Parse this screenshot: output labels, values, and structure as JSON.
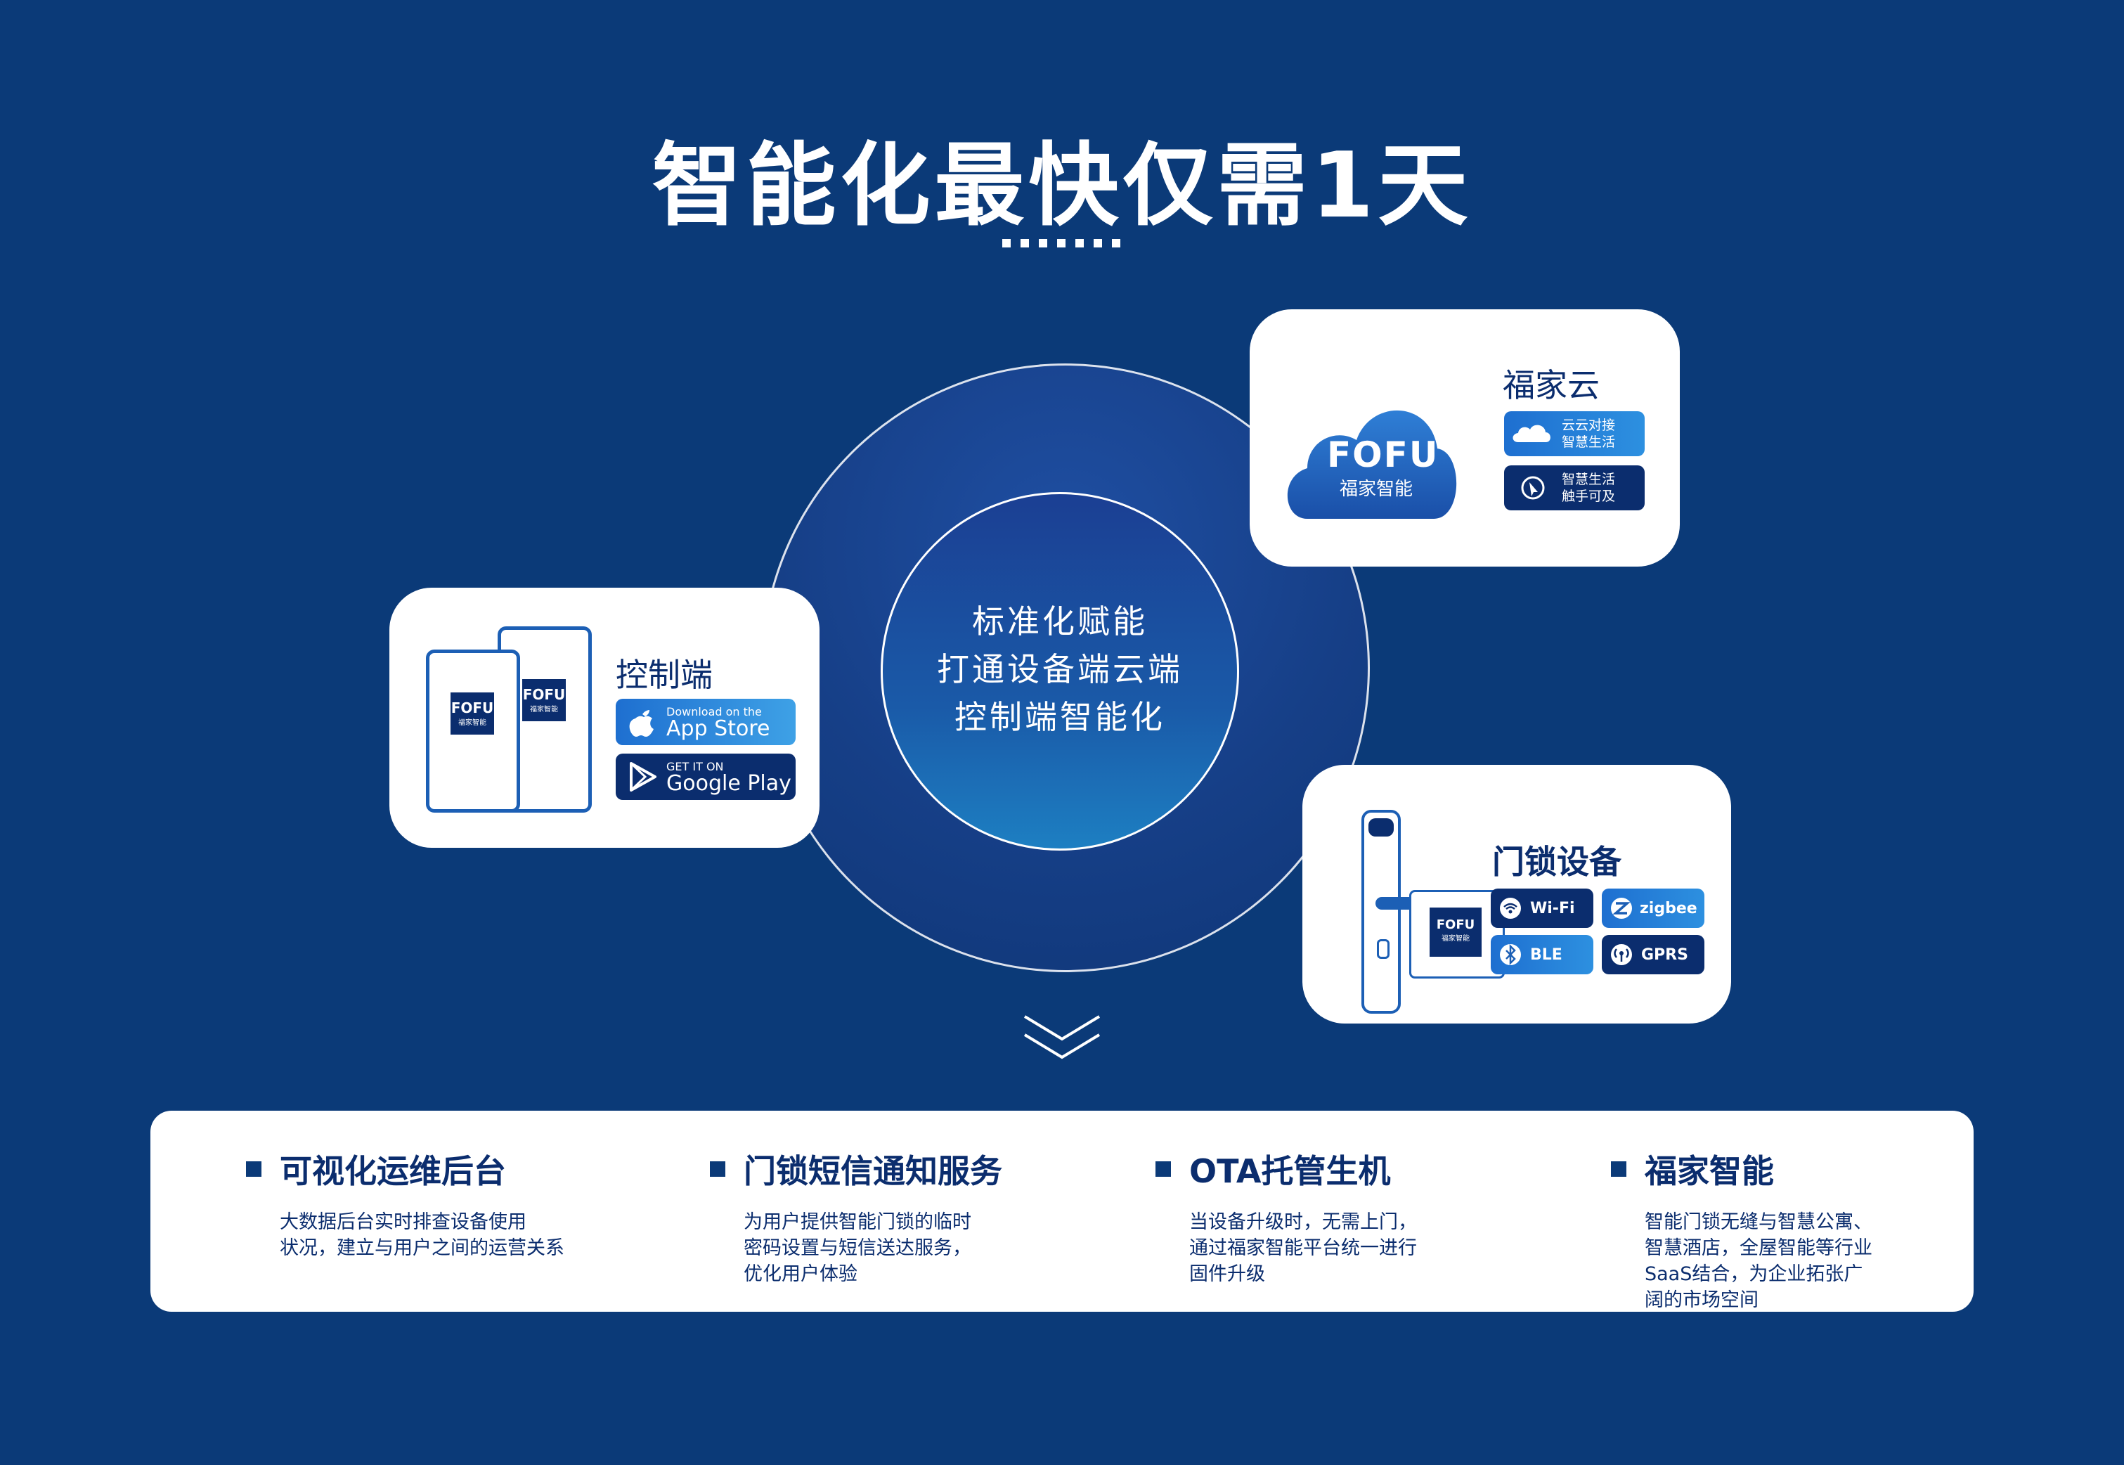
{
  "title": "智能化最快仅需1天",
  "center": {
    "line1": "标准化赋能",
    "line2": "打通设备端云端",
    "line3": "控制端智能化"
  },
  "cloud_card": {
    "title": "福家云",
    "logo_text": "FOFU",
    "logo_sub": "福家智能",
    "badge1": {
      "line1": "云云对接",
      "line2": "智慧生活"
    },
    "badge2": {
      "line1": "智慧生活",
      "line2": "触手可及"
    }
  },
  "control_card": {
    "title": "控制端",
    "phone_logo": "FOFU",
    "phone_sub": "福家智能",
    "appstore": {
      "small": "Download on the",
      "big": "App Store"
    },
    "googleplay": {
      "small": "GET IT ON",
      "big": "Google Play"
    }
  },
  "lock_card": {
    "title": "门锁设备",
    "chip_logo": "FOFU",
    "chip_sub": "福家智能",
    "protocols": [
      "Wi-Fi",
      "zigbee",
      "BLE",
      "GPRS"
    ]
  },
  "features": [
    {
      "title": "可视化运维后台",
      "desc": [
        "大数据后台实时排查设备使用",
        "状况，建立与用户之间的运营关系"
      ]
    },
    {
      "title": "门锁短信通知服务",
      "desc": [
        "为用户提供智能门锁的临时",
        "密码设置与短信送达服务，",
        "优化用户体验"
      ]
    },
    {
      "title": "OTA托管生机",
      "desc": [
        "当设备升级时，无需上门，",
        "通过福家智能平台统一进行",
        "固件升级"
      ]
    },
    {
      "title": "福家智能",
      "desc": [
        "智能门锁无缝与智慧公寓、",
        "智慧酒店，全屋智能等行业",
        "SaaS结合，为企业拓张广",
        "阔的市场空间"
      ]
    }
  ],
  "colors": {
    "background": "#0b3a78",
    "accent": "#1c5fb5",
    "dark": "#0b2d6e"
  }
}
